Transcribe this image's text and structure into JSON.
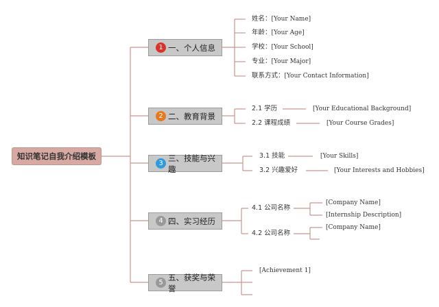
{
  "root": {
    "label": "知识笔记自我介绍模板"
  },
  "sections": [
    {
      "num": "1",
      "color": "#d9342b",
      "label": "一、个人信息"
    },
    {
      "num": "2",
      "color": "#e8791f",
      "label": "二、教育背景"
    },
    {
      "num": "3",
      "color": "#2f9be0",
      "label": "三、技能与兴趣"
    },
    {
      "num": "4",
      "color": "#999999",
      "label": "四、实习经历"
    },
    {
      "num": "5",
      "color": "#999999",
      "label": "五、获奖与荣誉"
    }
  ],
  "personal": [
    {
      "label": "姓名：",
      "value": "[Your Name]"
    },
    {
      "label": "年龄：",
      "value": "[Your Age]"
    },
    {
      "label": "学校：",
      "value": "[Your School]"
    },
    {
      "label": "专业：",
      "value": "[Your Major]"
    },
    {
      "label": "联系方式：",
      "value": "[Your Contact Information]"
    }
  ],
  "education": [
    {
      "label": "2.1 学历",
      "value": "[Your Educational Background]"
    },
    {
      "label": "2.2 课程成绩",
      "value": "[Your Course Grades]"
    }
  ],
  "skills": [
    {
      "label": "3.1 技能",
      "value": "[Your Skills]"
    },
    {
      "label": "3.2 兴趣爱好",
      "value": "[Your Interests and Hobbies]"
    }
  ],
  "internship": [
    {
      "label": "4.1 公司名称",
      "children": [
        "[Company Name]",
        "[Internship Description]"
      ]
    },
    {
      "label": "4.2 公司名称",
      "children": [
        "[Company Name]"
      ]
    }
  ],
  "awards": [
    "[Achievement 1]"
  ]
}
